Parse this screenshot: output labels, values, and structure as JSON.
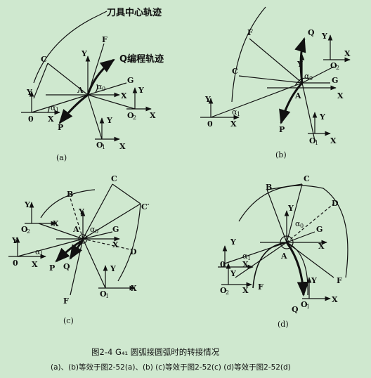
{
  "panel_a": {
    "tool_center_path": "刀具中心轨迹",
    "q_program_path": "Q编程轨迹",
    "labels": {
      "C": "C",
      "F": "F",
      "Y": "Y",
      "A": "A",
      "G": "G",
      "X": "X",
      "O": "0",
      "O2": "O",
      "O2_sub": "2",
      "O1": "O",
      "O1_sub": "1",
      "P": "P",
      "alpha": "α",
      "alpha_sub0": "0",
      "alpha_sub1": "1"
    },
    "tag": "(a)"
  },
  "panel_b": {
    "labels": {
      "F": "F",
      "Q": "Q",
      "C": "C",
      "Y": "Y",
      "A": "A",
      "G": "G",
      "X": "X",
      "O": "0",
      "O2": "O",
      "O2_sub": "2",
      "O1": "O",
      "O1_sub": "1",
      "P": "P",
      "alpha": "α",
      "alpha_sub0": "0",
      "alpha_sub1": "1"
    },
    "tag": "(b)"
  },
  "panel_c": {
    "labels": {
      "B": "B",
      "C": "C",
      "Cp": "C′",
      "Y": "Y",
      "A": "A",
      "G": "G",
      "D": "D",
      "X": "X",
      "O": "0",
      "O2": "O",
      "O2_sub": "2",
      "O1": "O",
      "O1_sub": "1",
      "P": "P",
      "Q": "Q",
      "F": "F",
      "alpha": "α",
      "alpha_sub0": "0",
      "alpha_sub1": "1"
    },
    "tag": "(c)"
  },
  "panel_d": {
    "labels": {
      "B": "B",
      "C": "C",
      "D": "D",
      "Y": "Y",
      "A": "A",
      "G": "G",
      "X": "X",
      "O": "0",
      "O2": "O",
      "O2_sub": "2",
      "O1": "O",
      "O1_sub": "1",
      "F": "F",
      "Q": "Q",
      "alpha": "α",
      "alpha_sub0": "0",
      "alpha_sub1": "1"
    },
    "tag": "(d)"
  },
  "caption": {
    "title": "图2-4      G₄₁ 圆弧接圆弧时的转接情况",
    "subtitle": "(a)、(b)等效于图2-52(a)、(b)   (c)等效于图2-52(c)  (d)等效于图2-52(d)"
  }
}
